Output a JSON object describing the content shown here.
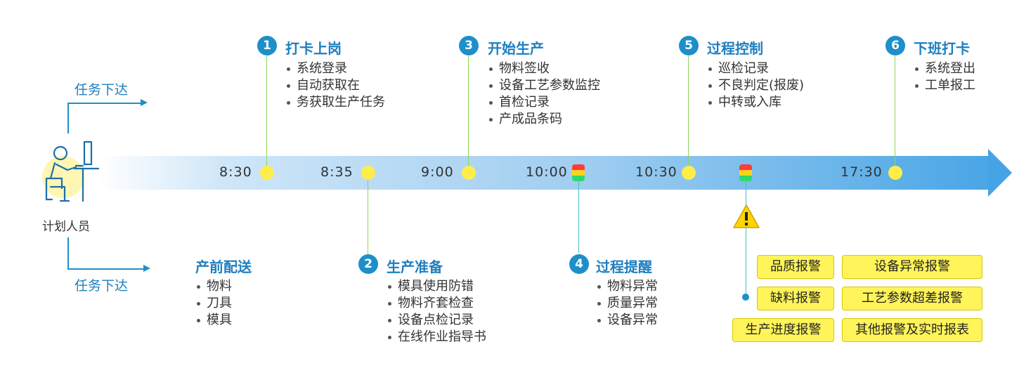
{
  "person": {
    "label": "计划人员",
    "icon": "worker-at-desk-icon"
  },
  "task_labels": {
    "top": "任务下达",
    "bottom": "任务下达"
  },
  "colors": {
    "accent": "#1e8fc9",
    "title": "#1e7fc0",
    "point": "#ffed4a",
    "alarm": "#fff459"
  },
  "timeline": {
    "times": [
      "8:30",
      "8:35",
      "9:00",
      "10:00",
      "10:30",
      "17:30"
    ]
  },
  "steps": [
    {
      "num": "1",
      "title": "打卡上岗",
      "items": [
        "系统登录",
        "自动获取在",
        "务获取生产任务"
      ]
    },
    {
      "num": "2",
      "title": "生产准备",
      "items": [
        "模具使用防错",
        "物料齐套检查",
        "设备点检记录",
        "在线作业指导书"
      ]
    },
    {
      "num": "3",
      "title": "开始生产",
      "items": [
        "物料签收",
        "设备工艺参数监控",
        "首检记录",
        "产成品条码"
      ]
    },
    {
      "num": "4",
      "title": "过程提醒",
      "items": [
        "物料异常",
        "质量异常",
        "设备异常"
      ]
    },
    {
      "num": "5",
      "title": "过程控制",
      "items": [
        "巡检记录",
        "不良判定(报废)",
        "中转或入库"
      ]
    },
    {
      "num": "6",
      "title": "下班打卡",
      "items": [
        "系统登出",
        "工单报工"
      ]
    }
  ],
  "delivery": {
    "title": "产前配送",
    "items": [
      "物料",
      "刀具",
      "模具"
    ]
  },
  "alarms": [
    "品质报警",
    "设备异常报警",
    "缺料报警",
    "工艺参数超差报警",
    "生产进度报警",
    "其他报警及实时报表"
  ]
}
